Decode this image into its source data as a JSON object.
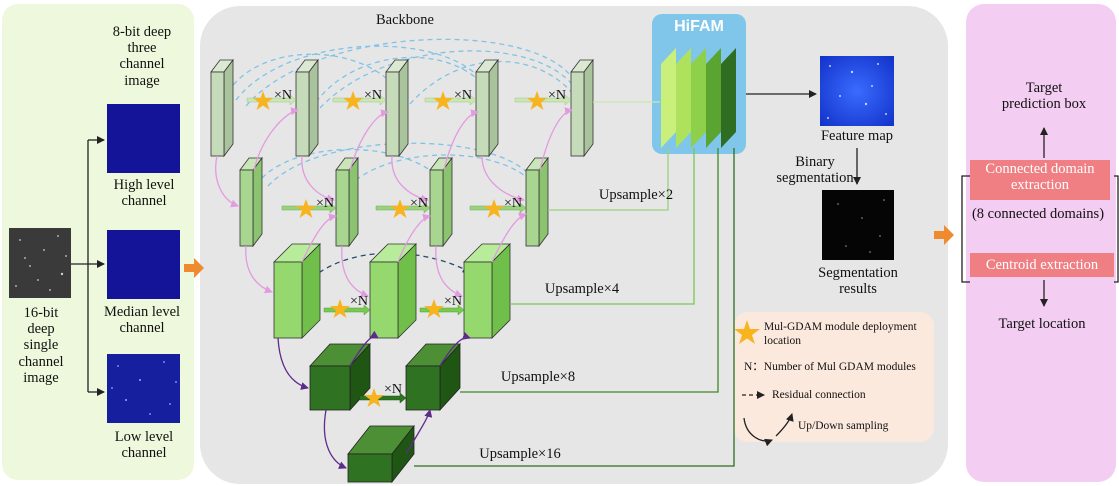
{
  "input": {
    "caption_lines": [
      "16-bit",
      "deep",
      "single",
      "channel",
      "image"
    ]
  },
  "channels": {
    "header_lines": [
      "8-bit deep",
      "three",
      "channel",
      "image"
    ],
    "high_lines": [
      "High level",
      "channel"
    ],
    "median_lines": [
      "Median level",
      "channel"
    ],
    "low_lines": [
      "Low level",
      "channel"
    ]
  },
  "backbone": {
    "title": "Backbone",
    "multiplier_label": "×N",
    "upsample": [
      "Upsample×2",
      "Upsample×4",
      "Upsample×8",
      "Upsample×16"
    ]
  },
  "hifam": {
    "title": "HiFAM"
  },
  "feature": {
    "label": "Feature map",
    "binary_lines": [
      "Binary",
      "segmentation"
    ],
    "result_lines": [
      "Segmentation",
      "results"
    ]
  },
  "legend": {
    "star": "Mul-GDAM module deployment location",
    "n_def": "N：Number of Mul GDAM modules",
    "residual": "Residual connection",
    "updown": "Up/Down sampling"
  },
  "right_panel": {
    "target_box_lines": [
      "Target",
      "prediction box"
    ],
    "connected_lines": [
      "Connected domain",
      "extraction"
    ],
    "connected_note": "(8 connected domains)",
    "centroid": "Centroid extraction",
    "target_location": "Target location"
  },
  "colors": {
    "left_panel": "#eef8dc",
    "backbone_panel": "#e6e6e6",
    "right_panel": "#f4cdf2",
    "hifam_panel": "#7fc6ea",
    "legend_panel": "#fce9de",
    "label_box": "#f07f84",
    "transition_arrow": "#f08a2e",
    "pink_arrow": "#e39ae0",
    "dashed_blue": "#7fc3e6",
    "dark_purple": "#5e2a8c",
    "star": "#f7b41e"
  }
}
